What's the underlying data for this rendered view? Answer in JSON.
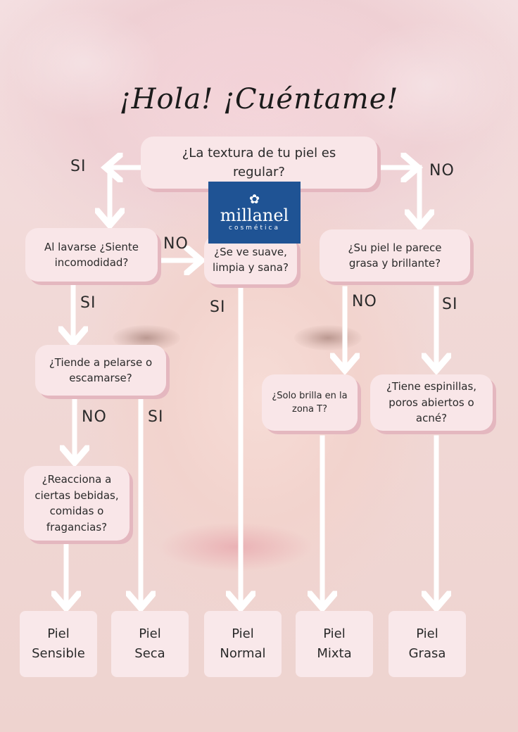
{
  "title": "¡Hola! ¡Cuéntame!",
  "logo": {
    "brand": "millanel",
    "sub": "cosmética",
    "icon": "flower-icon"
  },
  "colors": {
    "box_fill": "#f9e6e8",
    "box_shadow": "#e4b7bf",
    "logo_bg": "#1f5394",
    "arrow": "#ffffff"
  },
  "questions": {
    "q_texture": "¿La textura de tu piel es regular?",
    "q_discomfort": "Al lavarse ¿Siente incomodidad?",
    "q_smooth": "¿Se ve suave, limpia y sana?",
    "q_oily": "¿Su piel le parece grasa y brillante?",
    "q_peel": "¿Tiende a pelarse o escamarse?",
    "q_tzone": "¿Solo brilla en la zona T?",
    "q_acne": "¿Tiene espinillas, poros abiertos o acné?",
    "q_react": "¿Reacciona a ciertas bebidas, comidas o fragancias?"
  },
  "labels": {
    "si": "SI",
    "no": "NO"
  },
  "results": {
    "sensible": "Piel Sensible",
    "seca": "Piel Seca",
    "normal": "Piel Normal",
    "mixta": "Piel Mixta",
    "grasa": "Piel Grasa"
  }
}
